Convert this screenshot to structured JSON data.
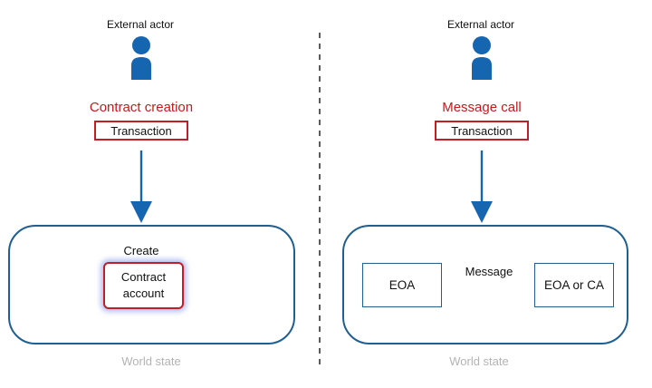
{
  "left_panel": {
    "actor_label": "External actor",
    "title": "Contract creation",
    "transaction_label": "Transaction",
    "create_label": "Create",
    "contract_account_line1": "Contract",
    "contract_account_line2": "account",
    "world_state_label": "World state"
  },
  "right_panel": {
    "actor_label": "External actor",
    "title": "Message call",
    "transaction_label": "Transaction",
    "sender_label": "EOA",
    "message_label": "Message",
    "receiver_label": "EOA or CA",
    "world_state_label": "World state"
  },
  "colors": {
    "accent_blue": "#1565b0",
    "title_red": "#c41b1b",
    "box_border_blue": "#1f5f91",
    "box_border_red": "#c11f25",
    "muted_gray": "#b3b3b3"
  },
  "icons": {
    "actor": "person-icon",
    "flow": "arrow-down-icon",
    "message": "arrow-right-icon"
  }
}
